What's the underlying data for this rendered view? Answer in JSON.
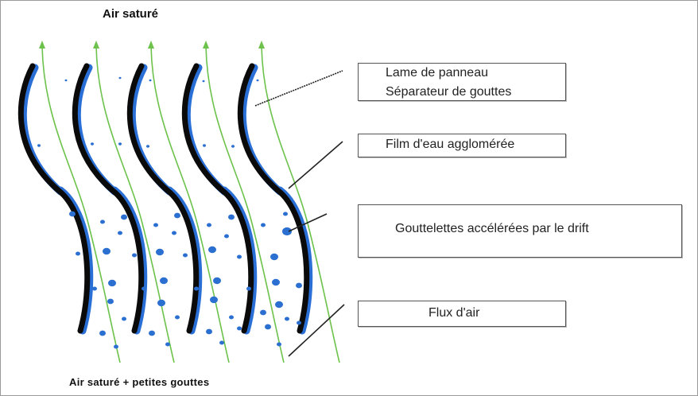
{
  "labels": {
    "top": "Air saturé",
    "bottom": "Air saturé + petites gouttes",
    "panel_blade_line1": "Lame de panneau",
    "panel_blade_line2": "Séparateur de gouttes",
    "water_film": "Film d'eau agglomérée",
    "droplets": "Gouttelettes accélérées par le drift",
    "airflow": "Flux d'air"
  },
  "colors": {
    "blade": "#0a0a0a",
    "film": "#2a6fd6",
    "droplet": "#2b6fd1",
    "airflow": "#6dc24b",
    "leader": "#222222"
  }
}
